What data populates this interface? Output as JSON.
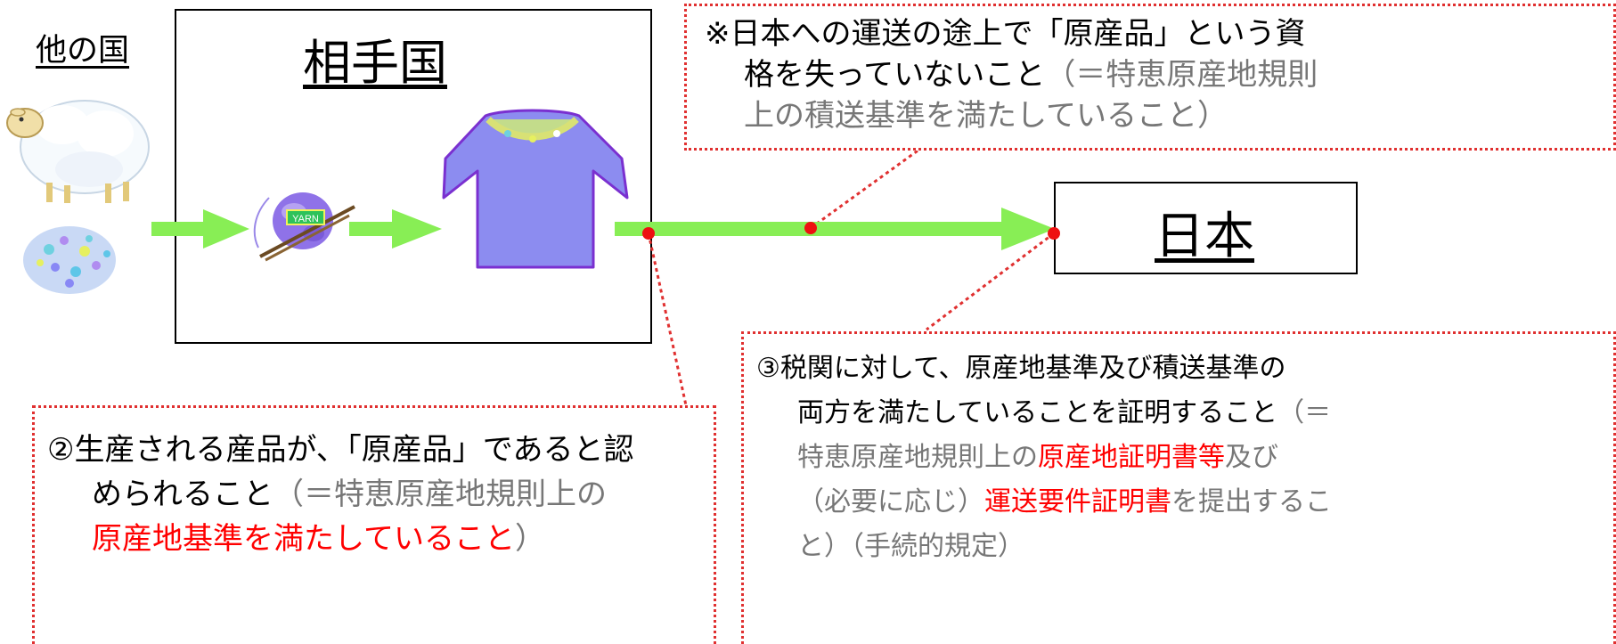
{
  "labels": {
    "other_country": "他の国",
    "partner_country": "相手国",
    "japan": "日本",
    "yarn_tag": "YARN"
  },
  "note_transport": {
    "line1": "※日本への運送の途上で「原産品」という資",
    "line2_black": "格を失っていないこと",
    "line2_gray": "（＝特恵原産地規則",
    "line3_gray": "上の積送基準を満たしていること）"
  },
  "note_origin": {
    "line1": "②生産される産品が、「原産品」であると認",
    "line2_black": "められること",
    "line2_gray": "（＝特恵原産地規則上の",
    "line3_red": "原産地基準を満たしていること",
    "line3_gray": "）"
  },
  "note_customs": {
    "line1": "③税関に対して、原産地基準及び積送基準の",
    "line2_black": "両方を満たしていることを証明すること",
    "line2_gray": "（＝",
    "line3_gray_a": "特恵原産地規則上の",
    "line3_red": "原産地証明書等",
    "line3_gray_b": "及び",
    "line4_gray_a": "（必要に応じ）",
    "line4_red": "運送要件証明書",
    "line4_gray_b": "を提出するこ",
    "line5_gray": "と）（手続的規定）"
  },
  "colors": {
    "arrow": "#88ee55",
    "dotted_line": "#e03030",
    "dot": "#ee1111",
    "sweater": "#8c8cf0",
    "sweater_outline": "#7a30d0"
  },
  "icons": [
    "sheep-icon",
    "wool-fluff-icon",
    "yarn-ball-icon",
    "sweater-icon"
  ]
}
